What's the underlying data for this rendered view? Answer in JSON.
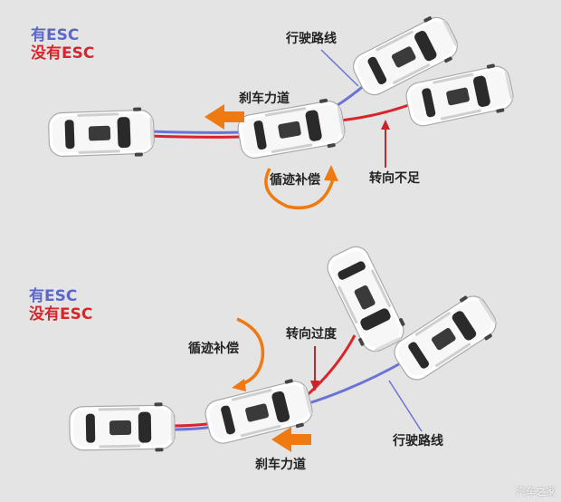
{
  "colors": {
    "background": "#e4e4e4",
    "with_esc": "#6b74d6",
    "without_esc": "#d8252b",
    "arrow_orange": "#f07a12",
    "pointer_red": "#c8242a"
  },
  "top": {
    "legend_with": "有ESC",
    "legend_without": "没有ESC",
    "label_path": "行驶路线",
    "label_brake": "刹车力道",
    "label_understeer": "转向不足",
    "label_compensate": "循迹补偿"
  },
  "bottom": {
    "legend_with": "有ESC",
    "legend_without": "没有ESC",
    "label_oversteer": "转向过度",
    "label_compensate": "循迹补偿",
    "label_path": "行驶路线",
    "label_brake": "刹车力道"
  },
  "watermark": "汽车之家"
}
